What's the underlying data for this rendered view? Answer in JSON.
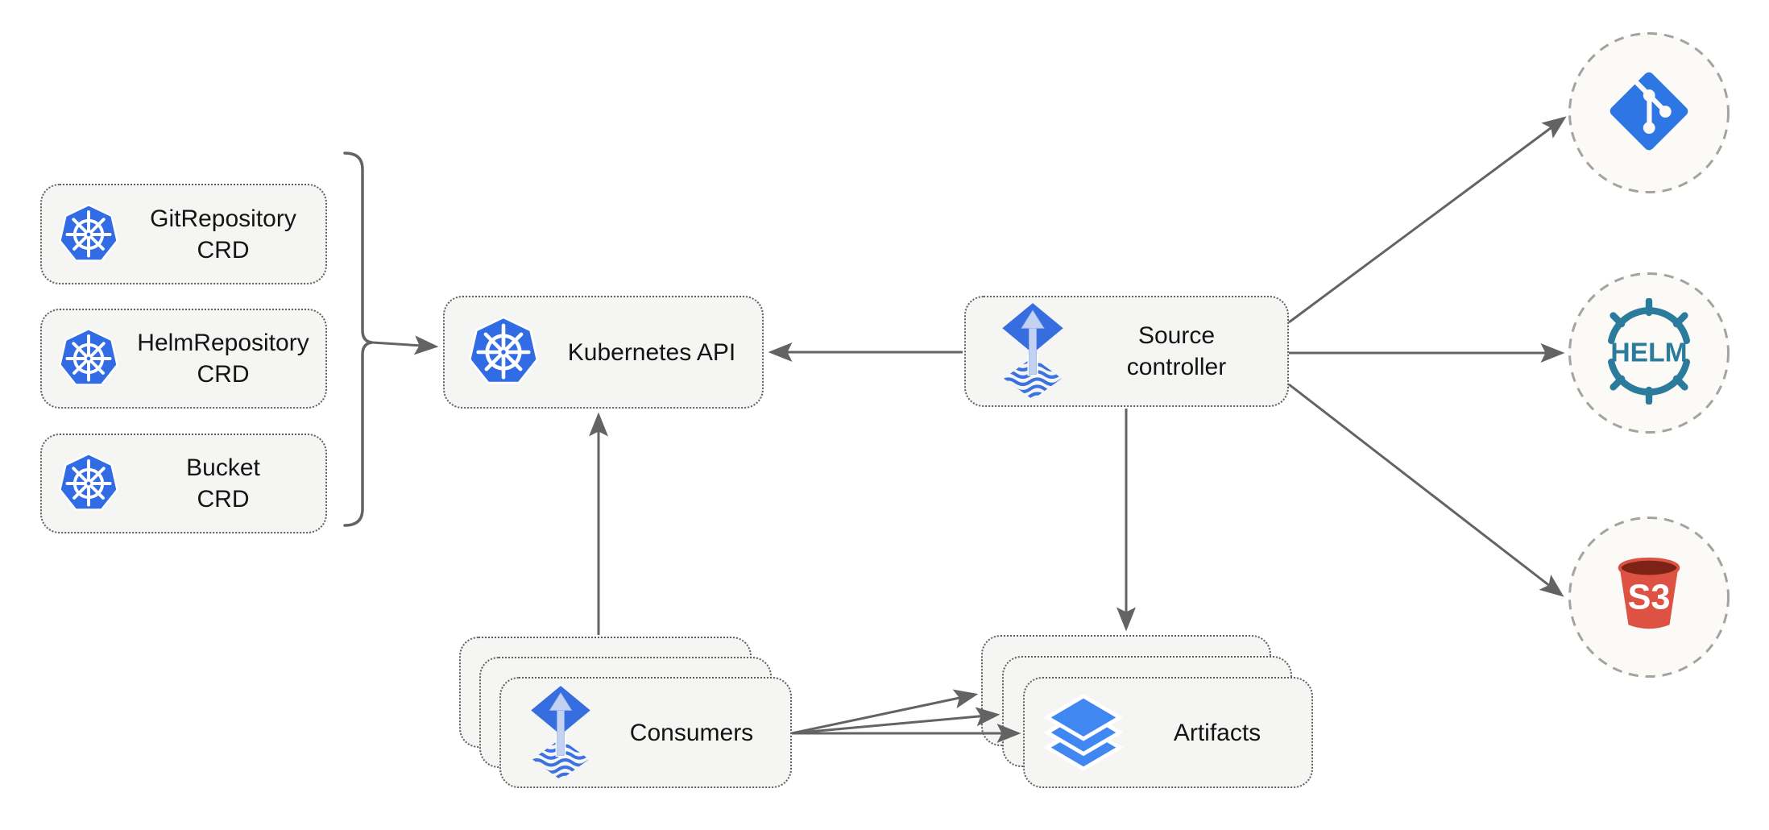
{
  "diagram_type": "flux-source-controller-architecture",
  "nodes": {
    "gitrepository_crd": {
      "label": "GitRepository",
      "sublabel": "CRD",
      "icon": "kubernetes-icon"
    },
    "helmrepository_crd": {
      "label": "HelmRepository",
      "sublabel": "CRD",
      "icon": "kubernetes-icon"
    },
    "bucket_crd": {
      "label": "Bucket",
      "sublabel": "CRD",
      "icon": "kubernetes-icon"
    },
    "kubernetes_api": {
      "label": "Kubernetes API",
      "icon": "kubernetes-icon"
    },
    "source_controller": {
      "label": "Source",
      "sublabel": "controller",
      "icon": "flux-icon"
    },
    "consumers": {
      "label": "Consumers",
      "icon": "flux-icon",
      "stacked": 3
    },
    "artifacts": {
      "label": "Artifacts",
      "icon": "layers-icon",
      "stacked": 3
    },
    "git_endpoint": {
      "icon": "git-icon"
    },
    "helm_endpoint": {
      "icon": "helm-icon",
      "label": "HELM"
    },
    "s3_endpoint": {
      "icon": "s3-icon",
      "label": "S3"
    }
  },
  "edges": [
    {
      "from": "crd-group",
      "to": "kubernetes_api"
    },
    {
      "from": "source_controller",
      "to": "kubernetes_api"
    },
    {
      "from": "consumers",
      "to": "kubernetes_api"
    },
    {
      "from": "source_controller",
      "to": "artifacts"
    },
    {
      "from": "consumers",
      "to": "artifacts"
    },
    {
      "from": "consumers",
      "to": "artifacts"
    },
    {
      "from": "consumers",
      "to": "artifacts"
    },
    {
      "from": "source_controller",
      "to": "git_endpoint"
    },
    {
      "from": "source_controller",
      "to": "helm_endpoint"
    },
    {
      "from": "source_controller",
      "to": "s3_endpoint"
    }
  ],
  "colors": {
    "kubernetes_blue": "#326ce5",
    "flux_blue": "#366ee0",
    "flux_arrow_light": "#c3d2f3",
    "layers_blue": "#4187f1",
    "git_blue": "#2d76e4",
    "helm_teal": "#2a7b9c",
    "s3_red": "#dd5242",
    "s3_dark": "#7b2316",
    "arrow_gray": "#636363",
    "box_fill": "#f5f5f3",
    "circle_fill": "#fbfaf6"
  }
}
